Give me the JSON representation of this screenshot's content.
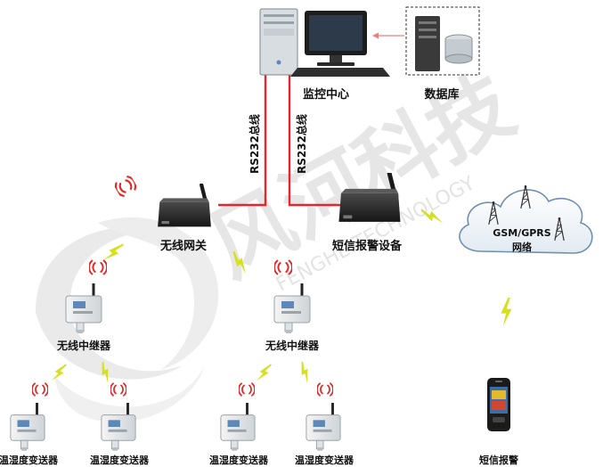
{
  "watermark": {
    "cn": "风河科技",
    "en": "FENGHE TECHNOLOGY"
  },
  "nodes": {
    "monitor_center": "监控中心",
    "database": "数据库",
    "rs232_left": "RS232总线",
    "rs232_right": "RS232总线",
    "wireless_gateway": "无线网关",
    "sms_alarm_device": "短信报警设备",
    "gsm_network_line1": "GSM/GPRS",
    "gsm_network_line2": "网络",
    "repeater_left": "无线中继器",
    "repeater_right": "无线中继器",
    "sms_alarm": "短信报警",
    "transmitters": [
      "温湿度变送器",
      "温湿度变送器",
      "温湿度变送器",
      "温湿度变送器"
    ]
  },
  "colors": {
    "bus_line": "#e52530",
    "wireless_bolt": "#d6e01d",
    "signal_wave": "#e02a2a",
    "device_dark": "#2a2a2a",
    "swirl": "#e6e6e6"
  }
}
